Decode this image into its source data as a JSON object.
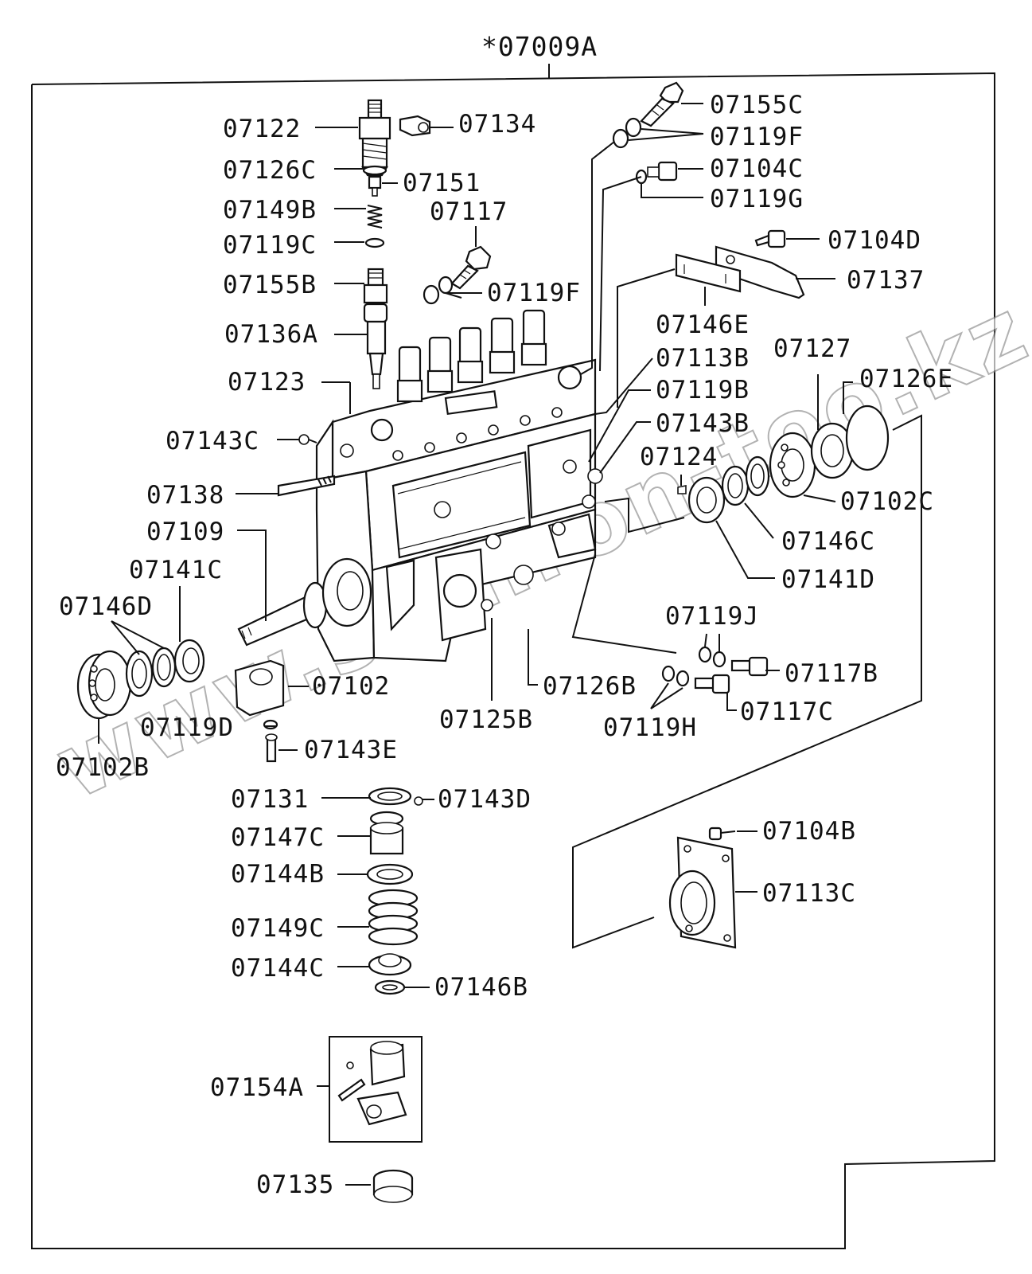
{
  "assembly_number": "*07009A",
  "watermark": "www.sinhron-too.kz",
  "labels": {
    "l07122": "07122",
    "l07134": "07134",
    "l07126C": "07126C",
    "l07151": "07151",
    "l07149B": "07149B",
    "l07117": "07117",
    "l07119C": "07119C",
    "l07155B": "07155B",
    "l07119F_a": "07119F",
    "l07136A": "07136A",
    "l07123": "07123",
    "l07143C": "07143C",
    "l07138": "07138",
    "l07109": "07109",
    "l07141C": "07141C",
    "l07146D": "07146D",
    "l07102": "07102",
    "l07119D": "07119D",
    "l07143E": "07143E",
    "l07102B": "07102B",
    "l07155C": "07155C",
    "l07119F_b": "07119F",
    "l07104C": "07104C",
    "l07119G": "07119G",
    "l07104D": "07104D",
    "l07137": "07137",
    "l07146E": "07146E",
    "l07113B": "07113B",
    "l07127": "07127",
    "l07119B": "07119B",
    "l07126E": "07126E",
    "l07143B": "07143B",
    "l07124": "07124",
    "l07102C": "07102C",
    "l07146C": "07146C",
    "l07141D": "07141D",
    "l07119J": "07119J",
    "l07117B": "07117B",
    "l07126B": "07126B",
    "l07117C": "07117C",
    "l07125B": "07125B",
    "l07119H": "07119H",
    "l07131": "07131",
    "l07143D": "07143D",
    "l07147C": "07147C",
    "l07144B": "07144B",
    "l07149C": "07149C",
    "l07144C": "07144C",
    "l07146B": "07146B",
    "l07104B": "07104B",
    "l07113C": "07113C",
    "l07154A": "07154A",
    "l07135": "07135"
  }
}
